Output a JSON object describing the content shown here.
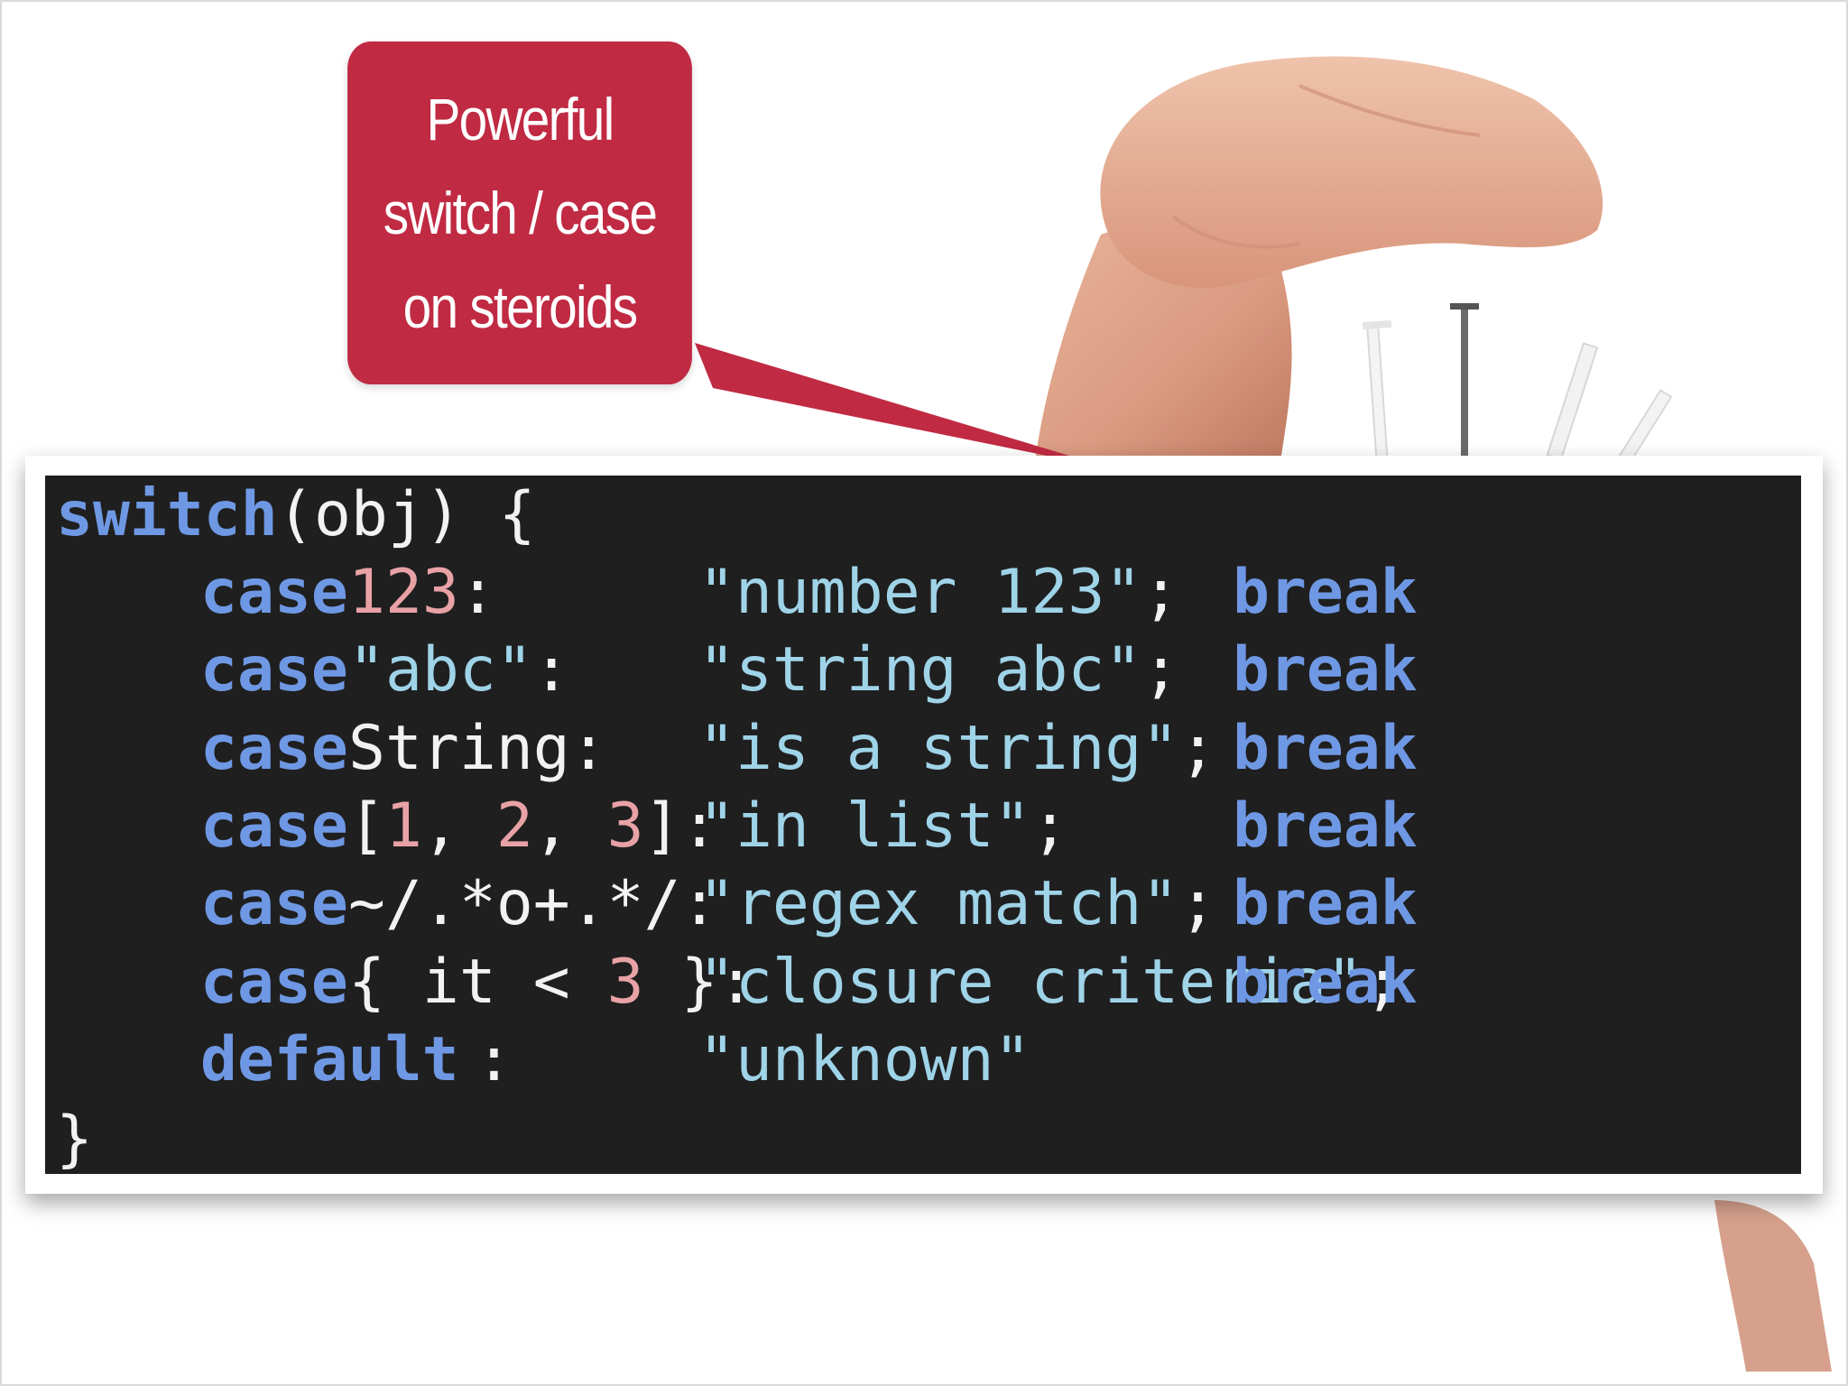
{
  "callout": {
    "lines": [
      "Powerful",
      "switch / case",
      "on steroids"
    ],
    "color": "#c02a43"
  },
  "code": {
    "header": {
      "keyword": "switch",
      "rest": "(obj) {"
    },
    "rows": [
      {
        "keyword": "case",
        "match": "123",
        "match_type": "number",
        "colon": ":",
        "result": "\"number 123\"",
        "semi": ";",
        "break": "break"
      },
      {
        "keyword": "case",
        "match": "\"abc\"",
        "match_type": "string",
        "colon": ":",
        "result": "\"string abc\"",
        "semi": ";",
        "break": "break"
      },
      {
        "keyword": "case",
        "match": "String",
        "match_type": "plain",
        "colon": ":",
        "result": "\"is a string\"",
        "semi": ";",
        "break": "break"
      },
      {
        "keyword": "case",
        "match": "[1, 2, 3]",
        "match_type": "list",
        "colon": ":",
        "result": "\"in list\"",
        "semi": ";",
        "break": "break"
      },
      {
        "keyword": "case",
        "match": "~/.*o+.*/",
        "match_type": "plain",
        "colon": ":",
        "result": "\"regex match\"",
        "semi": ";",
        "break": "break"
      },
      {
        "keyword": "case",
        "match": "{ it < 3 }",
        "match_type": "closure",
        "colon": ":",
        "result": "\"closure criteria\"",
        "semi": ";",
        "break": "break"
      },
      {
        "keyword": "default",
        "match": "",
        "match_type": "plain",
        "colon": ":",
        "result": "\"unknown\"",
        "semi": "",
        "break": ""
      }
    ],
    "closing": "}",
    "colors": {
      "keyword": "#6f98e4",
      "number": "#e8a2a6",
      "string": "#9fd3e8",
      "text": "#f2f2f2",
      "background": "#1f1f1f"
    }
  }
}
